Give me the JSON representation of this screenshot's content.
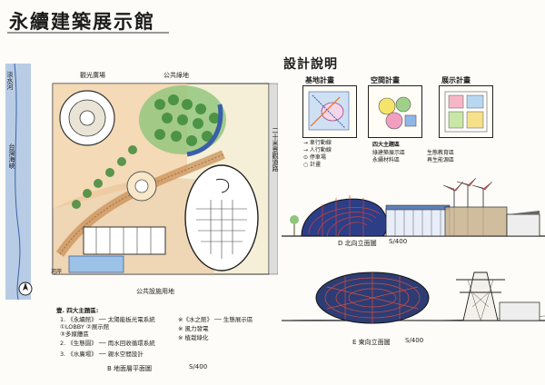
{
  "title": "永續建築展示館",
  "site_plan": {
    "label_activity_square": "觀光廣場",
    "label_public_green": "公共綠地",
    "label_west_river": "淡水河",
    "label_taiwan_strait": "台灣海峽",
    "label_road": "二十米景觀道路",
    "label_public_facility": "公共設施用地",
    "label_river_land": "河岸",
    "caption": "B 地面層平面圖",
    "scale": "S/400"
  },
  "design": {
    "title": "設計說明",
    "diagrams": [
      {
        "label": "基地計畫"
      },
      {
        "label": "空間計畫"
      },
      {
        "label": "展示計畫"
      }
    ],
    "legend": [
      "→ 車行動線",
      "→ 人行動線",
      "⊙ 停車場",
      "○ 計畫"
    ],
    "zoning_title": "四大主題區",
    "zoning_items": [
      "綠建築展示區",
      "生態教育區",
      "永續材料區",
      "再生能源區"
    ]
  },
  "elevations": {
    "north_caption": "D 北向立面圖",
    "north_scale": "S/400",
    "east_caption": "E 東向立面圖",
    "east_scale": "S/400"
  },
  "notes": {
    "heading": "壹. 四大主題區:",
    "items": [
      "1. 《永續館》 ── 太陽能板光電系統",
      "   ①LOBBY   ②展示館",
      "   ③多媒體區",
      "2. 《生態園》 ── 雨水回收循環系統",
      "3. 《水廣場》 ── 親水空間設計"
    ],
    "right_items": [
      "※《水之館》 ── 生態展示區",
      "※ 風力發電",
      "※ 植栽綠化"
    ]
  }
}
